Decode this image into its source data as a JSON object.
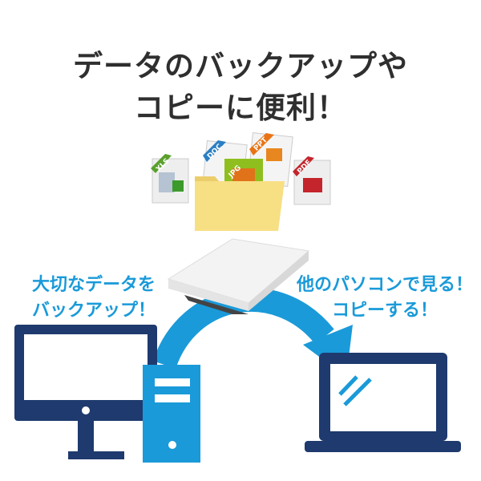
{
  "headline": {
    "line1": "データのバックアップや",
    "line2": "コピーに便利！"
  },
  "files": [
    {
      "label": "XLS",
      "color": "#5aa02c"
    },
    {
      "label": "DOC",
      "color": "#2a7fc4"
    },
    {
      "label": "JPG",
      "color": "#8fbf1f"
    },
    {
      "label": "PPT",
      "color": "#e87415"
    },
    {
      "label": "PDF",
      "color": "#c4242b"
    }
  ],
  "captions": {
    "left": {
      "line1": "大切なデータを",
      "line2": "バックアップ！"
    },
    "right": {
      "line1": "他のパソコンで見る！",
      "line2": "コピーする！"
    }
  },
  "colors": {
    "navy": "#1e3a6e",
    "blue": "#1a9ad9",
    "folder": "#f7df84"
  }
}
